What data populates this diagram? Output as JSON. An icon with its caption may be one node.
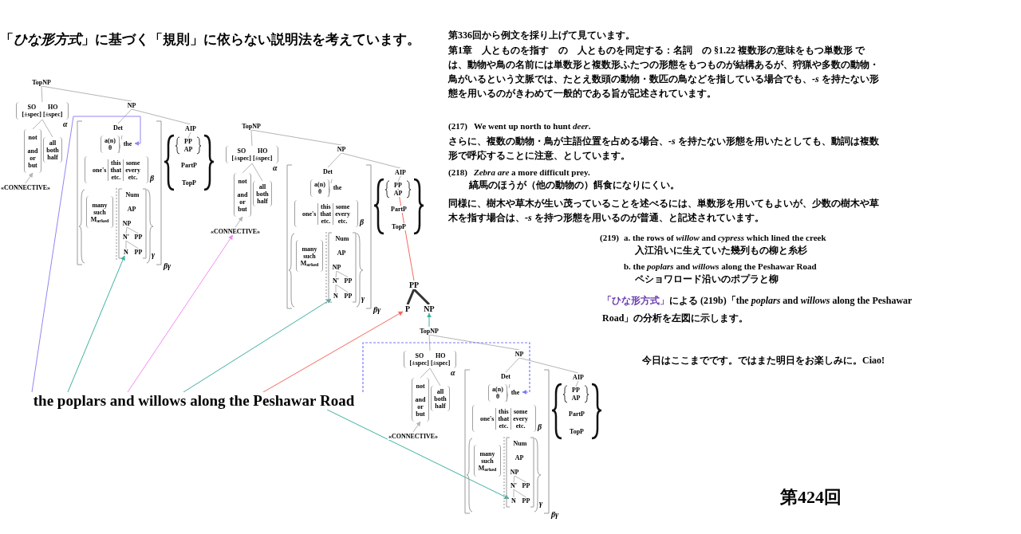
{
  "diagram": {
    "title": "「*ひな形方式*」に基づく**「規則」に依らない**説明法を考えています。",
    "nodes": [
      {
        "text": [
          "TopNP"
        ]
      },
      {
        "text": [
          "SO",
          "HO",
          "[±spec]",
          "[±spec]"
        ],
        "beside": [
          "α"
        ]
      },
      {
        "text": [
          "not",
          "and",
          "or",
          "but"
        ]
      },
      {
        "text": [
          "all",
          "both",
          "half"
        ]
      },
      {
        "text": [
          "«CONNECTIVE»"
        ]
      },
      {
        "text": [
          "NP"
        ]
      },
      {
        "text": [
          "Det"
        ]
      },
      {
        "text": [
          "a(n)",
          "θ"
        ]
      },
      {
        "text": [
          "the"
        ]
      },
      {
        "text": [
          "one's",
          "this",
          "that",
          "etc.",
          "some",
          "every",
          "etc."
        ],
        "beside": [
          "β"
        ]
      },
      {
        "text": [
          "many",
          "such",
          "M$_{arked}$"
        ]
      },
      {
        "text": [
          "Num"
        ]
      },
      {
        "text": [
          "AP"
        ]
      },
      {
        "text": [
          "NP"
        ]
      },
      {
        "text": [
          "N'"
        ]
      },
      {
        "text": [
          "PP"
        ]
      },
      {
        "text": [
          "N"
        ]
      },
      {
        "text": [
          "PP"
        ],
        "beside": [
          "γ"
        ]
      },
      {
        "text": [
          "AIP"
        ]
      },
      {
        "text": [
          "PP"
        ]
      },
      {
        "text": [
          "AP"
        ]
      },
      {
        "text": [
          "PartP"
        ]
      },
      {
        "text": [
          "TopP"
        ]
      },
      {
        "text": [
          "TopNP"
        ]
      },
      {
        "text": [
          "SO",
          "HO",
          "[±spec]",
          "[±spec]"
        ],
        "beside": [
          "α"
        ]
      },
      {
        "text": [
          "not",
          "and",
          "or",
          "but"
        ]
      },
      {
        "text": [
          "all",
          "both",
          "half"
        ]
      },
      {
        "text": [
          "«CONNECTIVE»"
        ]
      },
      {
        "text": [
          "NP"
        ]
      },
      {
        "text": [
          "Det"
        ]
      },
      {
        "text": [
          "a(n)",
          "θ"
        ]
      },
      {
        "text": [
          "the"
        ]
      },
      {
        "text": [
          "one's",
          "this",
          "that",
          "etc.",
          "some",
          "every",
          "etc."
        ],
        "beside": [
          "β"
        ]
      },
      {
        "text": [
          "many",
          "such",
          "M$_{arked}$"
        ]
      },
      {
        "text": [
          "Num"
        ]
      },
      {
        "text": [
          "AP"
        ]
      },
      {
        "text": [
          "NP"
        ]
      },
      {
        "text": [
          "N'"
        ]
      },
      {
        "text": [
          "PP"
        ]
      },
      {
        "text": [
          "N"
        ]
      },
      {
        "text": [
          "PP"
        ],
        "beside": [
          "γ"
        ]
      },
      {
        "text": [
          "AIP"
        ]
      },
      {
        "text": [
          "PP"
        ]
      },
      {
        "text": [
          "AP"
        ]
      },
      {
        "text": [
          "PartP"
        ]
      },
      {
        "text": [
          "TopP"
        ]
      },
      {
        "text": [
          "PP"
        ]
      },
      {
        "text": [
          "P"
        ]
      },
      {
        "text": [
          "NP"
        ]
      },
      {
        "text": [
          "the poplars and willows along the Peshawar Road"
        ]
      },
      {
        "text": [
          "TopNP"
        ]
      },
      {
        "text": [
          "SO",
          "HO",
          "[±spec]",
          "[±spec]"
        ],
        "beside": [
          "α"
        ]
      },
      {
        "text": [
          "not",
          "and",
          "or",
          "but"
        ]
      },
      {
        "text": [
          "all",
          "both",
          "half"
        ]
      },
      {
        "text": [
          "«CONNECTIVE»"
        ]
      },
      {
        "text": [
          "NP"
        ]
      },
      {
        "text": [
          "Det"
        ]
      },
      {
        "text": [
          "a(n)",
          "θ"
        ]
      },
      {
        "text": [
          "the"
        ]
      },
      {
        "text": [
          "one's",
          "this",
          "that",
          "etc.",
          "some",
          "every",
          "etc."
        ],
        "beside": [
          "β"
        ]
      },
      {
        "text": [
          "many",
          "such",
          "M$_{arked}$"
        ]
      },
      {
        "text": [
          "Num"
        ]
      },
      {
        "text": [
          "AP"
        ]
      },
      {
        "text": [
          "NP"
        ]
      },
      {
        "text": [
          "N'"
        ]
      },
      {
        "text": [
          "PP"
        ]
      },
      {
        "text": [
          "N"
        ]
      },
      {
        "text": [
          "PP"
        ],
        "beside": [
          "γ"
        ]
      },
      {
        "text": [
          "AIP"
        ]
      },
      {
        "text": [
          "PP"
        ]
      },
      {
        "text": [
          "AP"
        ]
      },
      {
        "text": [
          "PartP"
        ]
      },
      {
        "text": [
          "TopP"
        ]
      }
    ],
    "edges": [
      {
        "from": 0,
        "to": 1,
        "arrow": "none"
      },
      {
        "from": 0,
        "to": 5,
        "arrow": "none"
      },
      {
        "from": 1,
        "to": 2,
        "arrow": "none"
      },
      {
        "from": 1,
        "to": 3,
        "arrow": "none"
      },
      {
        "from": 4,
        "to": 2,
        "arrow": "to"
      },
      {
        "from": 5,
        "to": 6,
        "arrow": "none"
      },
      {
        "from": 5,
        "to": 18,
        "arrow": "none"
      },
      {
        "from": 18,
        "to": 19,
        "arrow": "none"
      },
      {
        "from": 13,
        "to": 14,
        "arrow": "none"
      },
      {
        "from": 13,
        "to": 15,
        "arrow": "none"
      },
      {
        "from": 14,
        "to": 16,
        "arrow": "none"
      },
      {
        "from": 14,
        "to": 17,
        "arrow": "none"
      },
      {
        "from": 23,
        "to": 24,
        "arrow": "none"
      },
      {
        "from": 23,
        "to": 28,
        "arrow": "none"
      },
      {
        "from": 24,
        "to": 25,
        "arrow": "none"
      },
      {
        "from": 24,
        "to": 26,
        "arrow": "none"
      },
      {
        "from": 27,
        "to": 25,
        "arrow": "to"
      },
      {
        "from": 28,
        "to": 29,
        "arrow": "none"
      },
      {
        "from": 28,
        "to": 41,
        "arrow": "none"
      },
      {
        "from": 41,
        "to": 42,
        "arrow": "none"
      },
      {
        "from": 36,
        "to": 37,
        "arrow": "none"
      },
      {
        "from": 36,
        "to": 38,
        "arrow": "none"
      },
      {
        "from": 37,
        "to": 39,
        "arrow": "none"
      },
      {
        "from": 37,
        "to": 40,
        "arrow": "none"
      },
      {
        "from": 50,
        "to": 51,
        "arrow": "none"
      },
      {
        "from": 50,
        "to": 55,
        "arrow": "none"
      },
      {
        "from": 51,
        "to": 52,
        "arrow": "none"
      },
      {
        "from": 51,
        "to": 53,
        "arrow": "none"
      },
      {
        "from": 54,
        "to": 52,
        "arrow": "to"
      },
      {
        "from": 55,
        "to": 56,
        "arrow": "none"
      },
      {
        "from": 55,
        "to": 68,
        "arrow": "none"
      },
      {
        "from": 68,
        "to": 69,
        "arrow": "none"
      },
      {
        "from": 63,
        "to": 64,
        "arrow": "none"
      },
      {
        "from": 63,
        "to": 65,
        "arrow": "none"
      },
      {
        "from": 64,
        "to": 66,
        "arrow": "none"
      },
      {
        "from": 64,
        "to": 67,
        "arrow": "none"
      },
      {
        "from": 46,
        "to": 47,
        "arrow": "none",
        "style": "thick",
        "color": "#333333"
      },
      {
        "from": 46,
        "to": 48,
        "arrow": "none",
        "style": "thick",
        "color": "#333333"
      },
      {
        "from": 49,
        "to": 8,
        "arrow": "to",
        "color": "#8f86f2"
      },
      {
        "from": 49,
        "to": 16,
        "arrow": "to",
        "color": "#3fb0a0"
      },
      {
        "from": 49,
        "to": 27,
        "arrow": "to",
        "color": "#ee8ef0"
      },
      {
        "from": 49,
        "to": 39,
        "arrow": "to",
        "color": "#3fb0a0"
      },
      {
        "from": 49,
        "to": 47,
        "arrow": "to",
        "color": "#f26a5e"
      },
      {
        "from": 46,
        "to": 42,
        "arrow": "to",
        "color": "#f26a5e"
      },
      {
        "from": 50,
        "to": 48,
        "arrow": "to",
        "color": "#3fb0a0"
      },
      {
        "from": 49,
        "to": 58,
        "arrow": "to",
        "style": "dashed",
        "color": "#7b7bf5"
      },
      {
        "from": 49,
        "to": 66,
        "arrow": "to",
        "color": "#3fb0a0"
      }
    ],
    "labels": [
      "第336回から例文を採り上げて見ています。",
      "第1章　人とものを指す　の　人とものを同定する：名詞　の §1.22 複数形の意味をもつ単数形 では、動物や鳥の名前には単数形と複数形ふたつの形態をもつものが結構あるが、狩猟や多数の動物・鳥がいるという文脈では、たとえ数頭の動物・数匹の鳥などを指している場合でも、*-s* を持たない形態を用いるのがきわめて一般的である旨が記述されています。",
      "(217)",
      "We went up north to hunt *deer*.",
      "さらに、複数の動物・鳥が主語位置を占める場合、*-s* を持たない形態を用いたとしても、動詞は複数形で呼応することに注意、としています。",
      "(218)",
      "*Zebra are* a more difficult prey.",
      "縞馬のほうが（他の動物の）餌食になりにくい。",
      "同様に、樹木や草木が生い茂っていることを述べるには、単数形を用いてもよいが、少数の樹木や草木を指す場合は、*-s* を持つ形態を用いるのが普通、と記述されています。",
      "(219)",
      "a. the rows of *willow* and *cypress* which lined the creek",
      "入江沿いに生えていた幾列もの柳と糸杉",
      "b. the *poplars* and *willows* along the Peshawar Road",
      "ペショワロード沿いのポプラと柳",
      "「ひな形方式」",
      "による (219b)「the *poplars* and *willows* along the Peshawar Road」の分析を左図に示します。",
      "今日はここまでです。ではまた明日をお楽しみに。Ciao!",
      "第424回",
      "βγ",
      "βγ",
      "βγ"
    ]
  }
}
